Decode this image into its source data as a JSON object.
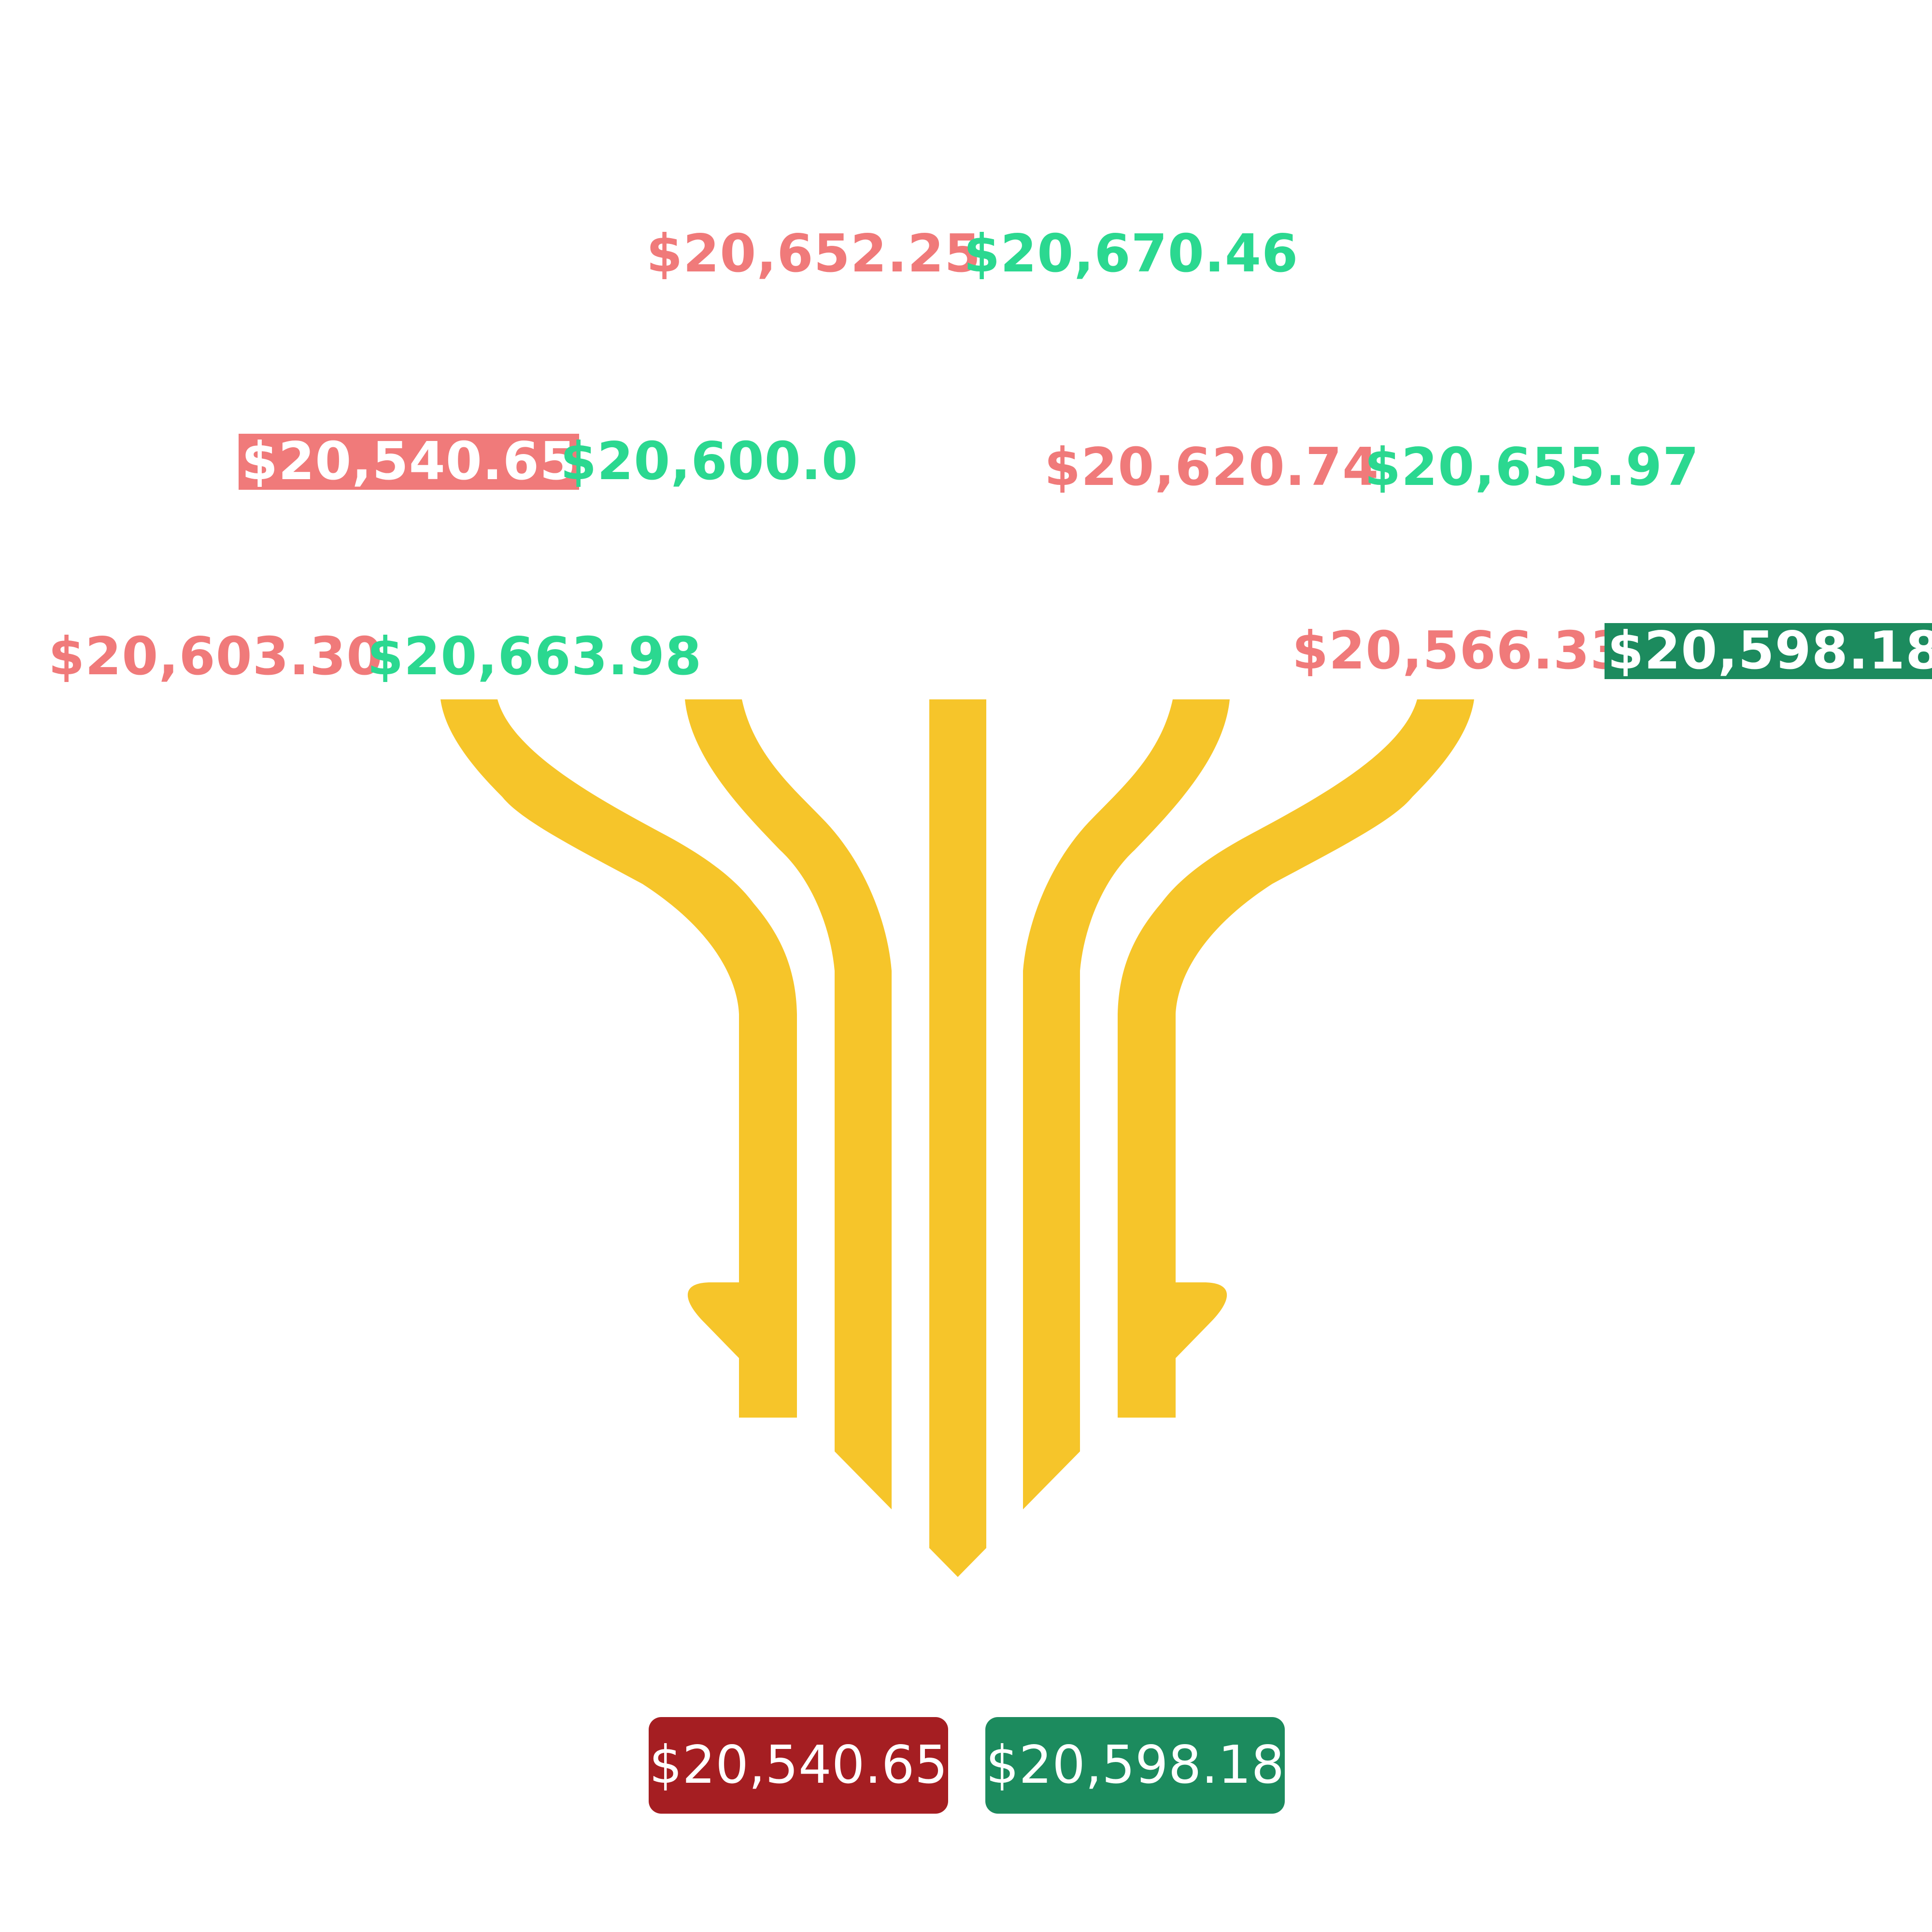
{
  "colors": {
    "bid": "#f07a7a",
    "ask": "#2bd890",
    "highlight_bid": "#f07a7a",
    "highlight_ask": "#1c8b5e",
    "result_bid": "#a51e22",
    "result_ask": "#1c8b5e",
    "arrows": "#f6c52a"
  },
  "sources": [
    {
      "bid": "$20,603.30",
      "ask": "$20,663.98"
    },
    {
      "bid": "$20,540.65",
      "ask": "$20,600.0"
    },
    {
      "bid": "$20,652.25",
      "ask": "$20,670.46"
    },
    {
      "bid": "$20,620.74",
      "ask": "$20,655.97"
    },
    {
      "bid": "$20,566.33",
      "ask": "$20,598.18"
    }
  ],
  "result": {
    "best_bid": "$20,540.65",
    "best_ask": "$20,598.18"
  }
}
